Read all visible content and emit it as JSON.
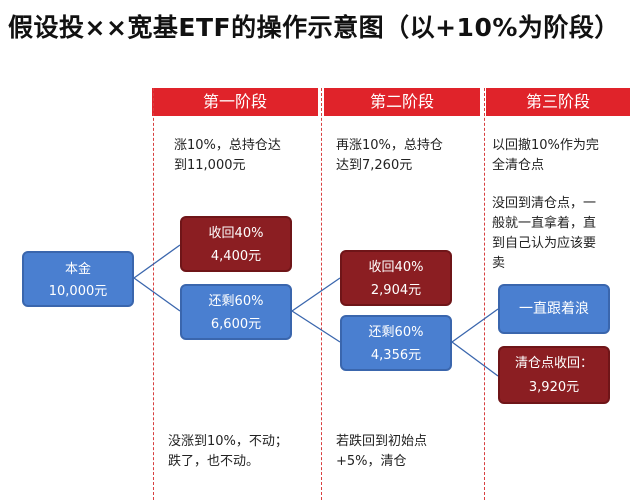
{
  "title": "假设投××宽基ETF的操作示意图（以+10%为阶段）",
  "stages": [
    "第一阶段",
    "第二阶段",
    "第三阶段"
  ],
  "notes": {
    "s1_top": [
      "涨10%，总持仓达",
      "到11,000元"
    ],
    "s1_bottom": [
      "没涨到10%，不动；",
      "跌了，也不动。"
    ],
    "s2_top": [
      "再涨10%，总持仓",
      "达到7,260元"
    ],
    "s2_bottom": [
      "若跌回到初始点",
      "+5%，清仓"
    ],
    "s3_top": [
      "以回撤10%作为完",
      "全清仓点"
    ],
    "s3_mid": [
      "没回到清仓点，一",
      "般就一直拿着，直",
      "到自己认为应该要",
      "卖"
    ]
  },
  "boxes": {
    "principal": {
      "label": "本金",
      "value": "10,000元"
    },
    "s1_withdraw": {
      "label": "收回40%",
      "value": "4,400元"
    },
    "s1_remain": {
      "label": "还剩60%",
      "value": "6,600元"
    },
    "s2_withdraw": {
      "label": "收回40%",
      "value": "2,904元"
    },
    "s2_remain": {
      "label": "还剩60%",
      "value": "4,356元"
    },
    "s3_ride": {
      "label": "一直跟着浪"
    },
    "s3_clear": {
      "label": "清仓点收回：",
      "value": "3,920元"
    }
  },
  "colors": {
    "header_red": "#e0232a",
    "box_blue": "#4a7fd0",
    "box_red": "#8b1e22"
  }
}
